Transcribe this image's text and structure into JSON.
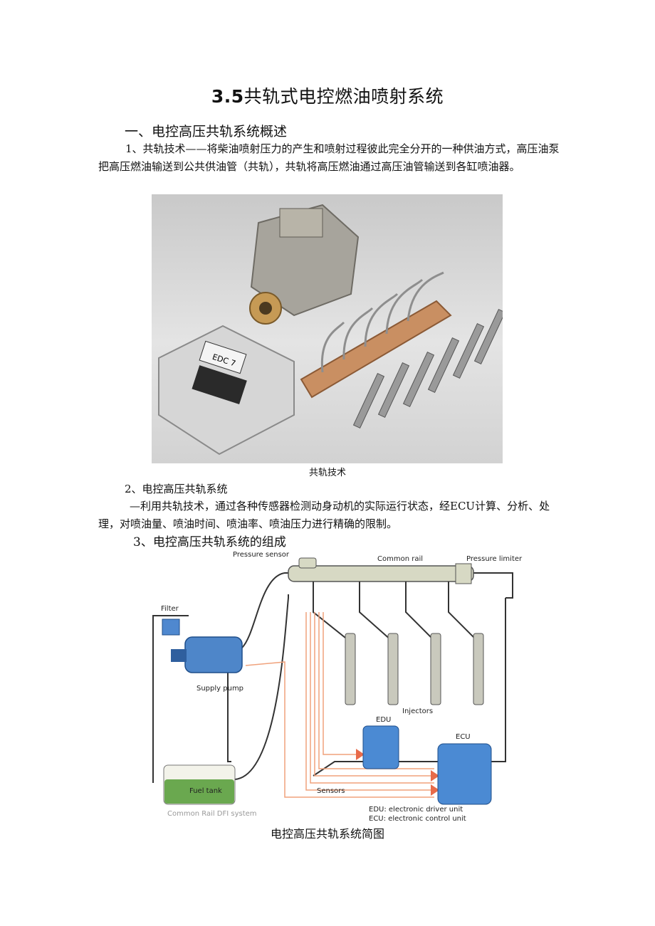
{
  "doc": {
    "title_num": "3.5",
    "title_text": "共轨式电控燃油喷射系统",
    "section1": "一、电控高压共轨系统概述",
    "para1": "1、共轨技术——将柴油喷射压力的产生和喷射过程彼此完全分开的一种供油方式，高压油泵把高压燃油输送到公共供油管（共轨），共轨将高压燃油通过高压油管输送到各缸喷油器。",
    "photo_caption": "共轨技术",
    "photo_label": "EDC 7",
    "section2": "2、电控高压共轨系统",
    "para2": "—利用共轨技术，通过各种传感器检测动身动机的实际运行状态，经ECU计算、分析、处理，对喷油量、喷油时间、喷油率、喷油压力进行精确的限制。",
    "section3": "3、电控高压共轨系统的组成",
    "diagram_caption": "电控高压共轨系统简图"
  },
  "diagram": {
    "pressure_sensor": "Pressure sensor",
    "common_rail": "Common rail",
    "pressure_limiter": "Pressure limiter",
    "filter": "Filter",
    "supply_pump": "Supply pump",
    "injectors": "Injectors",
    "edu": "EDU",
    "ecu": "ECU",
    "fuel_tank": "Fuel tank",
    "sensors": "Sensors",
    "system_name": "Common Rail DFI system",
    "legend_edu": "EDU: electronic driver unit",
    "legend_ecu": "ECU: electronic control unit"
  }
}
